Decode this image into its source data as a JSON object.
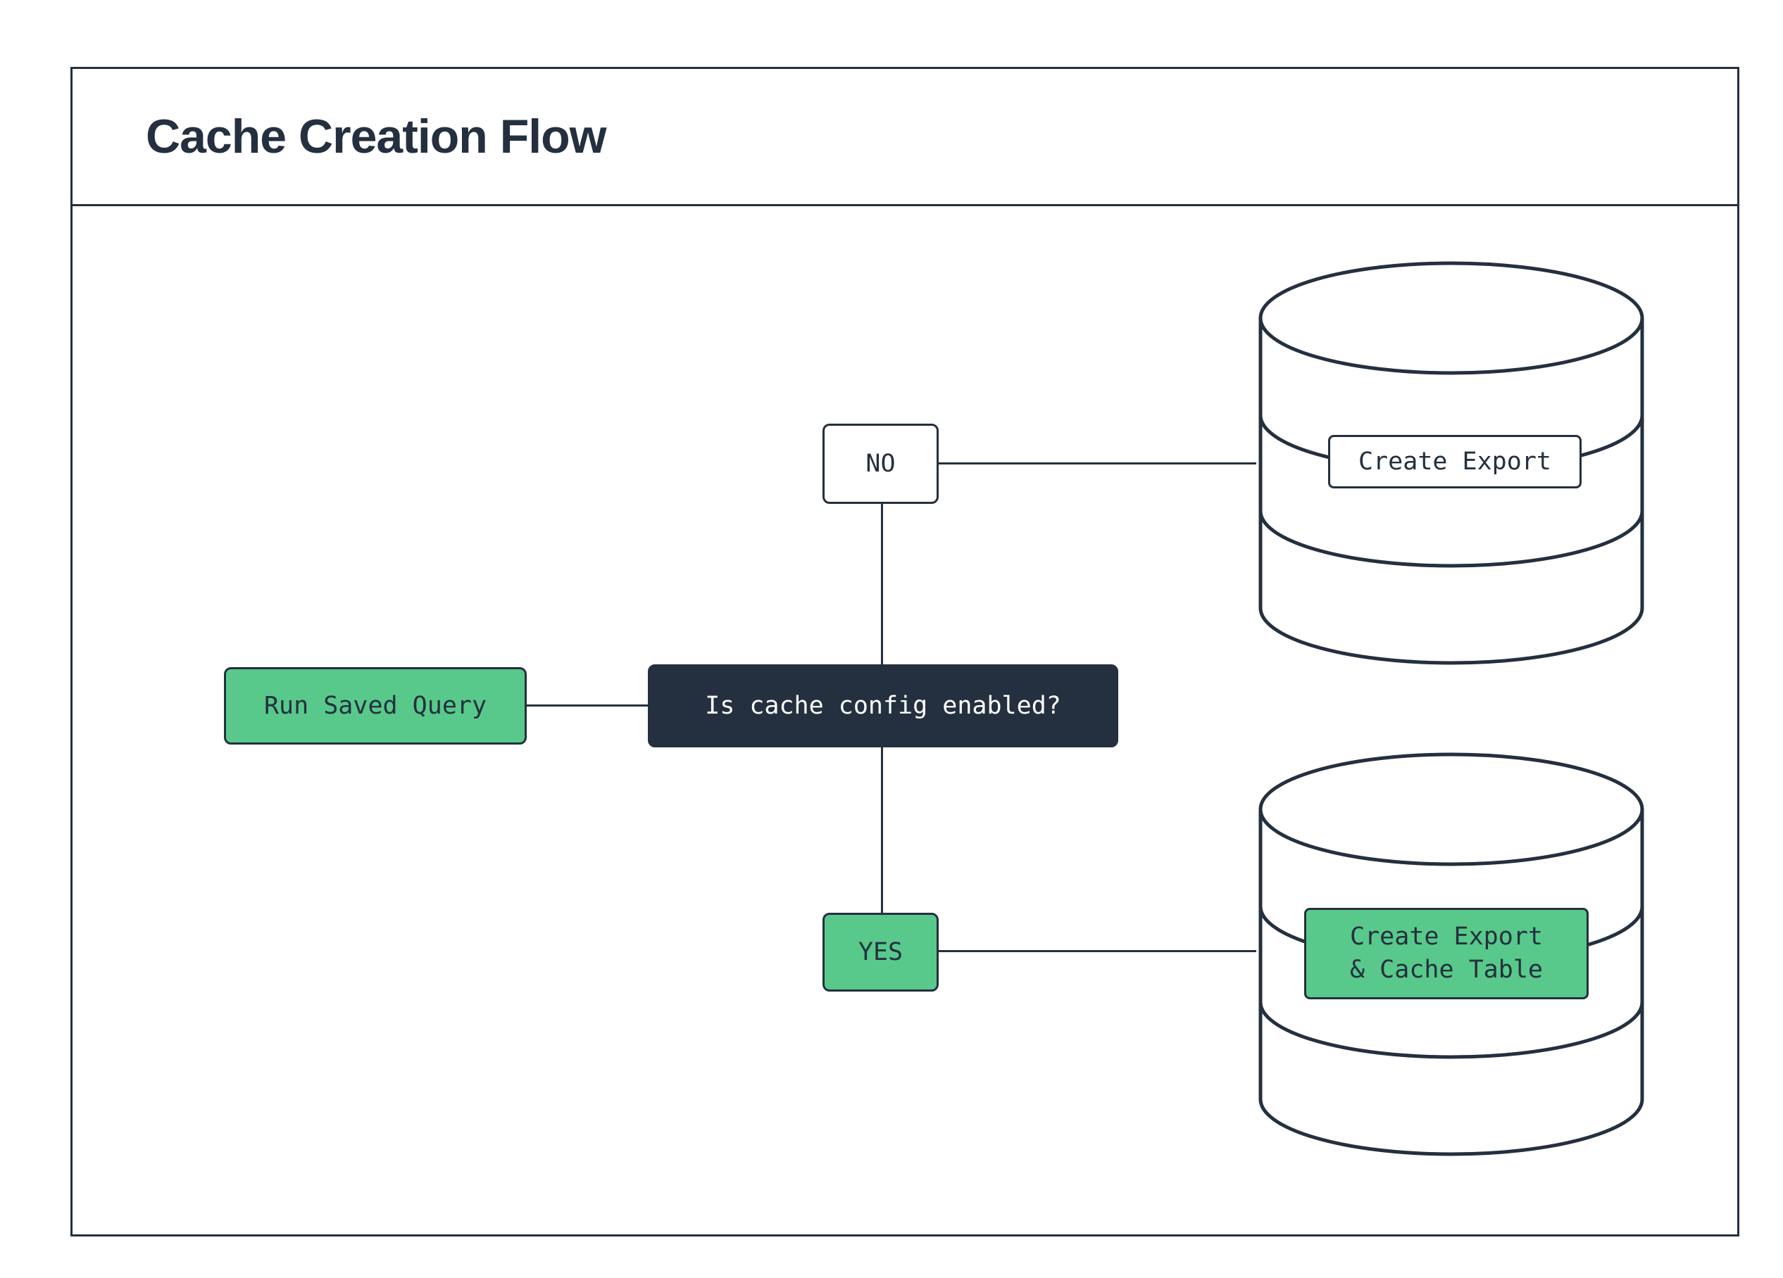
{
  "title": "Cache Creation Flow",
  "colors": {
    "dark": "#24303f",
    "green": "#58c98a",
    "paper": "#ffffff"
  },
  "nodes": {
    "run_saved_query": "Run Saved Query",
    "decision": "Is cache config enabled?",
    "branch_no": "NO",
    "branch_yes": "YES",
    "create_export": "Create Export",
    "create_export_cache": {
      "line1": "Create Export",
      "line2": "& Cache Table"
    }
  },
  "icons": [
    "database-icon",
    "database-icon"
  ]
}
